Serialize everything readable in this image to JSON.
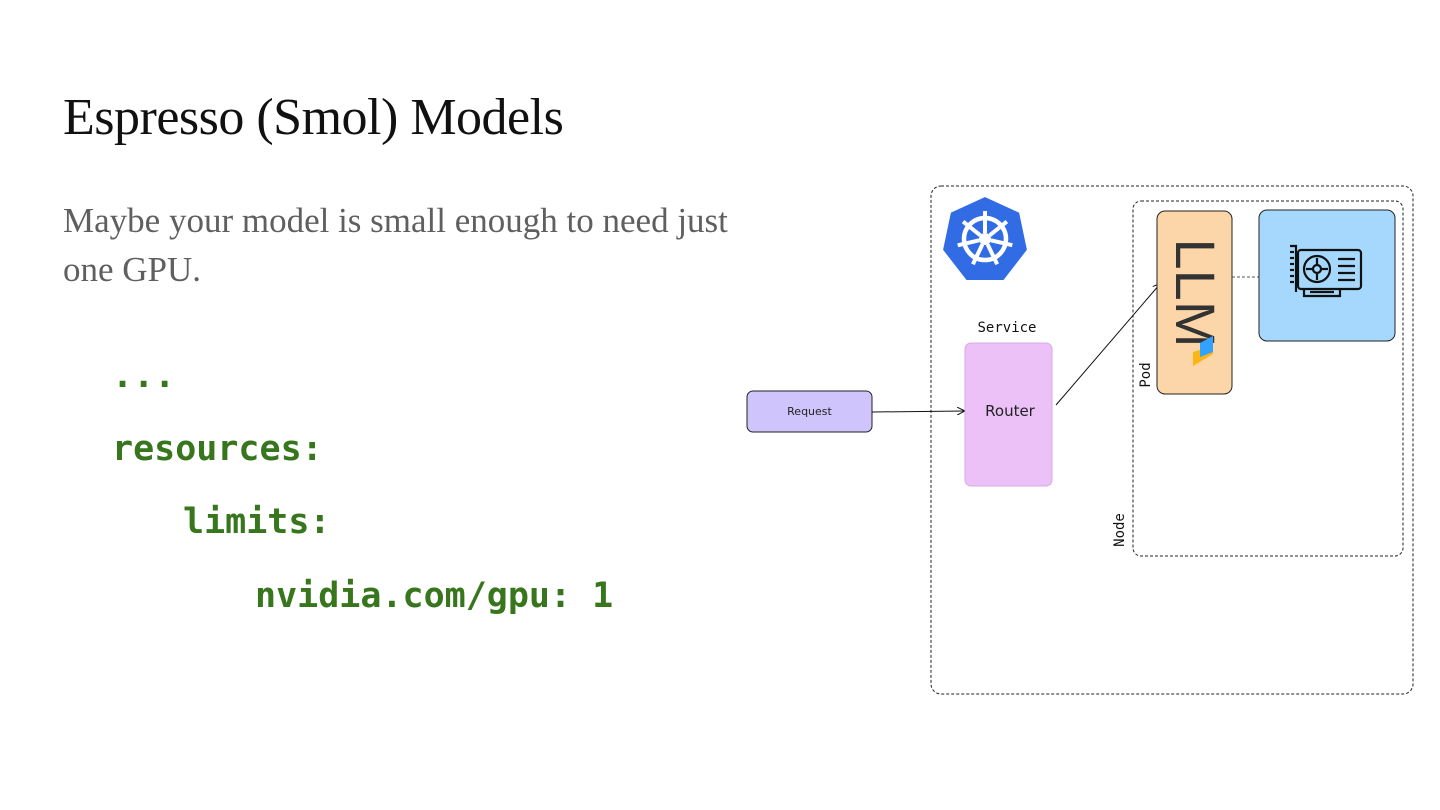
{
  "slide": {
    "title": "Espresso (Smol) Models",
    "subtitle": "Maybe your model is small enough to need just one GPU.",
    "code_lines": [
      "...",
      "resources:",
      "limits:",
      "nvidia.com/gpu: 1"
    ]
  },
  "diagram": {
    "request_label": "Request",
    "service_label": "Service",
    "router_label": "Router",
    "pod_label": "Pod",
    "node_label": "Node",
    "llm_text": "LLM",
    "icons": [
      "kubernetes-icon",
      "vllm-logo-icon",
      "gpu-card-icon"
    ],
    "colors": {
      "request": "#cfc4fb",
      "router": "#ebc1f7",
      "llm_box": "#fcd6a8",
      "gpu_box": "#a5d8fc",
      "kubernetes": "#326ce5",
      "vllm_yellow": "#fdb515",
      "vllm_blue": "#30a2ff",
      "code": "#38761d"
    }
  }
}
